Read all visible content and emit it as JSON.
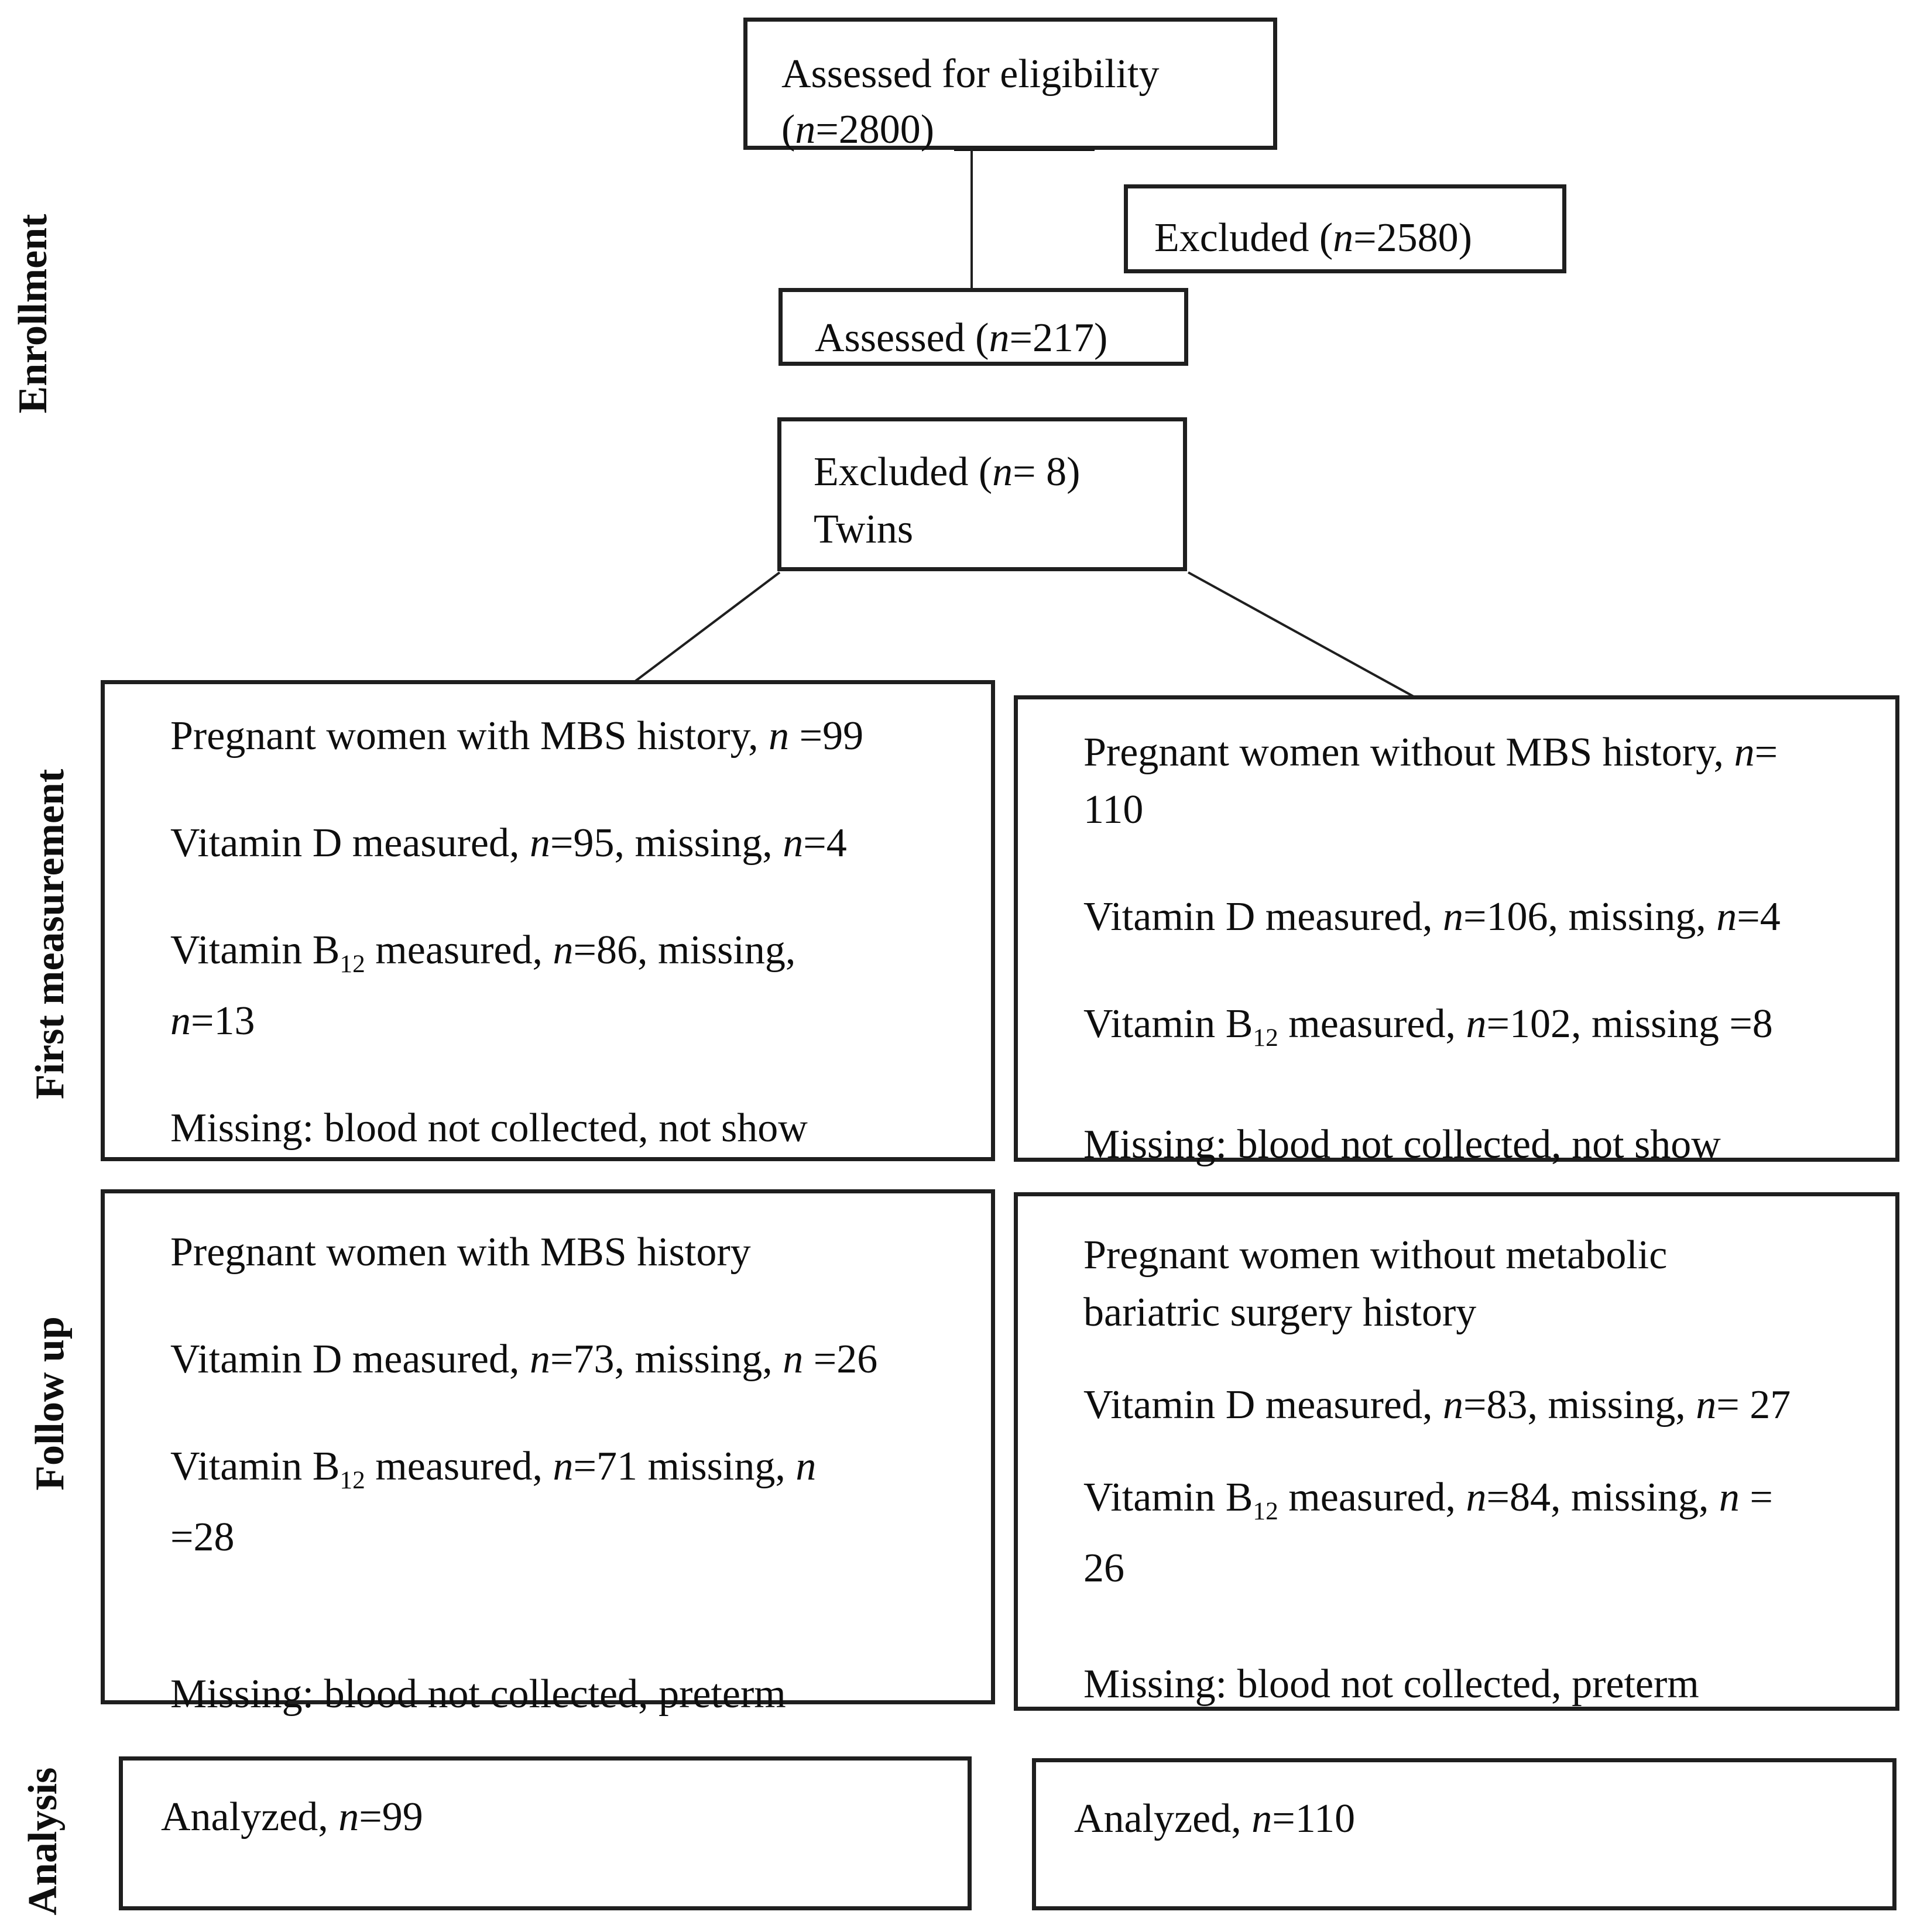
{
  "figure": {
    "background": "#ffffff",
    "text_color": "#0e0e0e",
    "border_color": "#1f1f1f"
  },
  "stages": {
    "enrollment": "Enrollment",
    "first_measurement": "First measurement",
    "follow_up": "Follow up",
    "analysis": "Analysis"
  },
  "boxes": {
    "assessed_eligibility": {
      "lines": [
        "Assessed for eligibility",
        "(n=2800)"
      ]
    },
    "excluded_initial": {
      "lines": [
        "Excluded (n=2580)"
      ]
    },
    "assessed": {
      "lines": [
        "Assessed (n=217)"
      ]
    },
    "excluded_twins": {
      "lines": [
        "Excluded (n= 8)",
        "Twins"
      ]
    },
    "first_measurement_mbs": {
      "lines": [
        "Pregnant women with MBS history, n =99",
        "Vitamin D measured, n=95, missing, n=4",
        "Vitamin B12 measured, n=86, missing,",
        "n=13",
        "Missing: blood not collected, not show"
      ]
    },
    "first_measurement_no_mbs": {
      "lines": [
        "Pregnant women without MBS history, n=",
        "110",
        "Vitamin D measured, n=106, missing, n=4",
        "Vitamin B12 measured, n=102, missing =8",
        "Missing: blood not collected, not show"
      ]
    },
    "follow_up_mbs": {
      "lines": [
        "Pregnant women with MBS history",
        "Vitamin D measured, n=73, missing, n =26",
        "Vitamin B12 measured, n=71 missing, n",
        "=28",
        "Missing: blood not collected, preterm"
      ]
    },
    "follow_up_no_mbs": {
      "lines": [
        "Pregnant women without metabolic",
        "bariatric surgery history",
        "Vitamin D measured, n=83, missing, n= 27",
        "Vitamin B12 measured, n=84, missing, n =",
        "26",
        "Missing: blood not collected, preterm"
      ]
    },
    "analysis_mbs": {
      "lines": [
        "Analyzed, n=99"
      ]
    },
    "analysis_no_mbs": {
      "lines": [
        "Analyzed, n=110"
      ]
    }
  }
}
